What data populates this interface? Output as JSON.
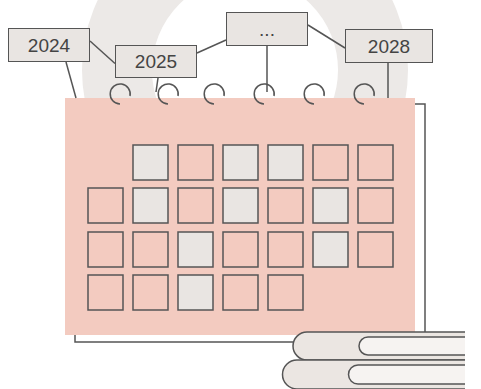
{
  "diagram": {
    "nodes": [
      {
        "text": [
          "2024"
        ]
      },
      {
        "text": [
          "2025"
        ]
      },
      {
        "text": [
          "..."
        ]
      },
      {
        "text": [
          "2028"
        ]
      }
    ],
    "edges": [
      {
        "from": 0,
        "to": 1,
        "arrow": "none"
      },
      {
        "from": 1,
        "to": 2,
        "arrow": "none"
      },
      {
        "from": 2,
        "to": 3,
        "arrow": "none"
      }
    ]
  }
}
